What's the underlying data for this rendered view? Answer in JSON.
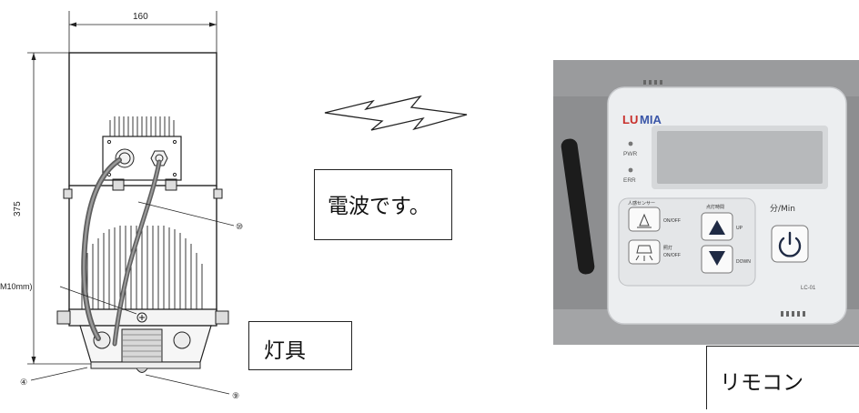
{
  "labels": {
    "radio_wave": "電波です。",
    "fixture": "灯具",
    "remote": "リモコン"
  },
  "dimensions": {
    "width": "160",
    "height": "375",
    "bolt": "M10mm)"
  },
  "callouts": {
    "c4": "④",
    "c9": "⑨",
    "c10": "⑩"
  },
  "remote_device": {
    "brand_lu": "LU",
    "brand_mia": "MIA",
    "pwr": "PWR",
    "err": "ERR",
    "sensor_label": "人感センサー",
    "sensor_onoff": "ON/OFF",
    "light_label": "照灯",
    "light_onoff": "ON/OFF",
    "timer_label": "点灯時間",
    "up": "UP",
    "down": "DOWN",
    "unit": "分/Min",
    "model": "LC-01"
  },
  "colors": {
    "brand_blue": "#3a56a8",
    "brand_red": "#c8302c",
    "device_body": "#eceef0",
    "photo_bg": "#8d8e90"
  }
}
